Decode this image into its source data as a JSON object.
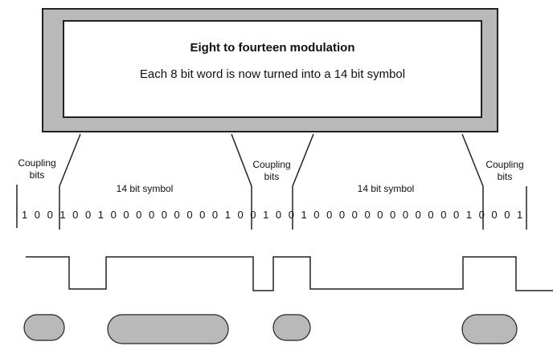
{
  "box": {
    "title": "Eight to fourteen modulation",
    "subtitle": "Each 8 bit word is now turned into a 14 bit symbol"
  },
  "labels": {
    "coupling_left": [
      "Coupling",
      "bits"
    ],
    "coupling_mid": [
      "Coupling",
      "bits"
    ],
    "coupling_right": [
      "Coupling",
      "bits"
    ],
    "symbol_left": "14 bit symbol",
    "symbol_right": "14 bit symbol"
  },
  "bit_stream": [
    "1",
    "0",
    "0",
    "1",
    "0",
    "0",
    "1",
    "0",
    "0",
    "0",
    "0",
    "0",
    "0",
    "0",
    "0",
    "0",
    "1",
    "0",
    "0",
    "1",
    "0",
    "0",
    "1",
    "0",
    "0",
    "0",
    "0",
    "0",
    "0",
    "0",
    "0",
    "0",
    "0",
    "0",
    "0",
    "1",
    "0",
    "0",
    "0",
    "1"
  ],
  "colors": {
    "frame_fill": "#b9b9b9",
    "ellipse_fill": "#b9b9b9",
    "stroke": "#222222"
  }
}
